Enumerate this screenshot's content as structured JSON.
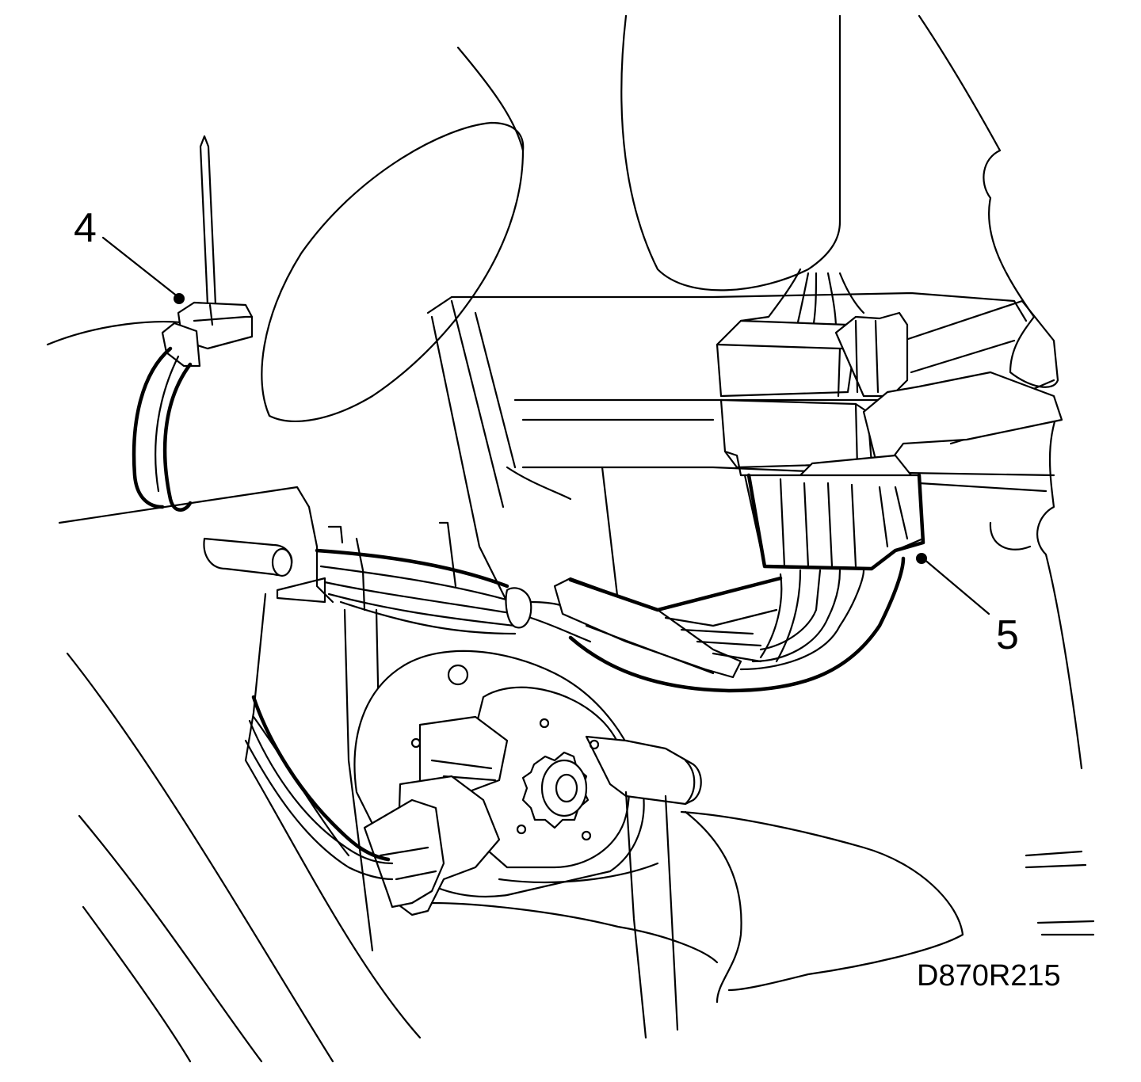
{
  "figure": {
    "id": "D870R215",
    "callouts": [
      {
        "number": "4",
        "target": "harness-clip-pin"
      },
      {
        "number": "5",
        "target": "multi-pin-connector"
      }
    ]
  }
}
